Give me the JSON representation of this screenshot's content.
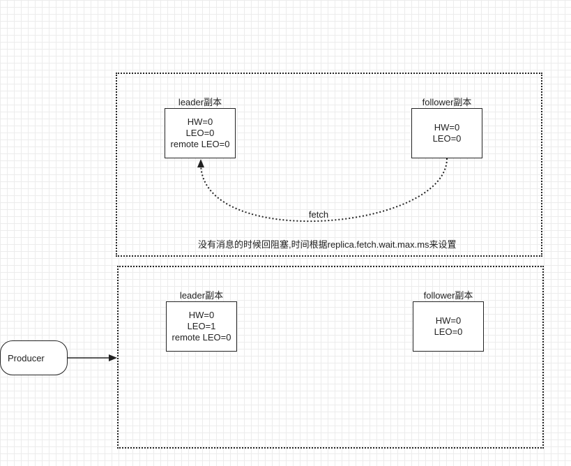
{
  "top": {
    "leader_title": "leader副本",
    "leader_lines": [
      "HW=0",
      "LEO=0",
      "remote LEO=0"
    ],
    "follower_title": "follower副本",
    "follower_lines": [
      "HW=0",
      "LEO=0"
    ],
    "fetch_label": "fetch",
    "note": "没有消息的时候回阻塞,时间根据replica.fetch.wait.max.ms来设置"
  },
  "bottom": {
    "leader_title": "leader副本",
    "leader_lines": [
      "HW=0",
      "LEO=1",
      "remote LEO=0"
    ],
    "follower_title": "follower副本",
    "follower_lines": [
      "HW=0",
      "LEO=0"
    ]
  },
  "producer": {
    "label": "Producer"
  }
}
